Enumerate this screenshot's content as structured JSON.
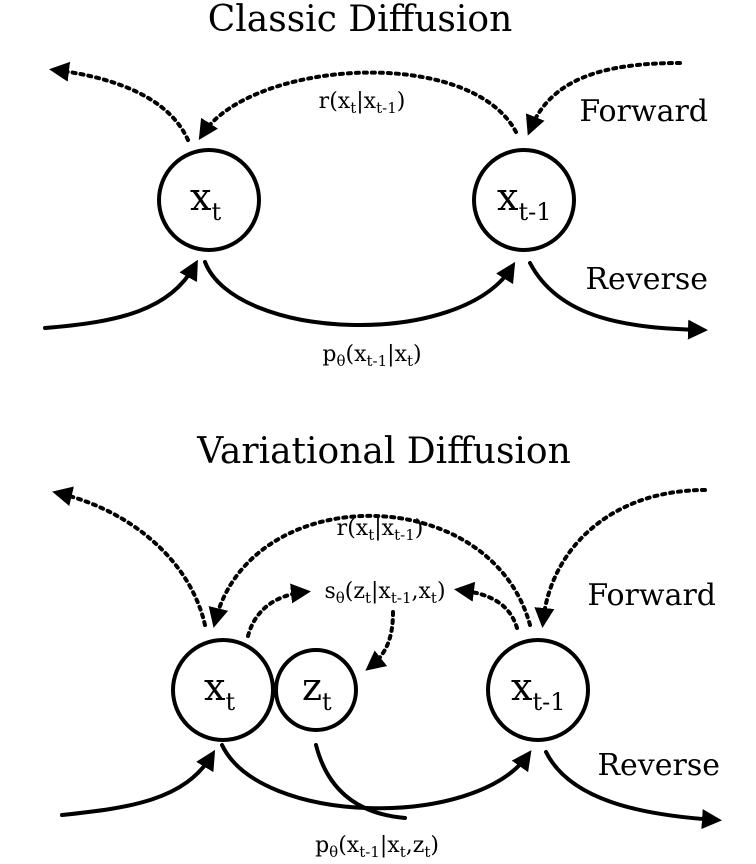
{
  "classic": {
    "title": "Classic Diffusion",
    "forward_label": "Forward",
    "reverse_label": "Reverse",
    "node_xt": {
      "base": "x",
      "sub": "t"
    },
    "node_xt1": {
      "base": "x",
      "sub": "t-1"
    },
    "forward_edge": {
      "fn": "r",
      "a": "x",
      "a_sub": "t",
      "b": "x",
      "b_sub": "t-1"
    },
    "reverse_edge": {
      "fn": "p",
      "fn_sub": "θ",
      "a": "x",
      "a_sub": "t-1",
      "b": "x",
      "b_sub": "t"
    }
  },
  "variational": {
    "title": "Variational Diffusion",
    "forward_label": "Forward",
    "reverse_label": "Reverse",
    "node_xt": {
      "base": "x",
      "sub": "t"
    },
    "node_zt": {
      "base": "z",
      "sub": "t"
    },
    "node_xt1": {
      "base": "x",
      "sub": "t-1"
    },
    "forward_edge": {
      "fn": "r",
      "a": "x",
      "a_sub": "t",
      "b": "x",
      "b_sub": "t-1"
    },
    "latent_edge": {
      "fn": "s",
      "fn_sub": "θ",
      "a": "z",
      "a_sub": "t",
      "b": "x",
      "b_sub": "t-1",
      "c": "x",
      "c_sub": "t"
    },
    "reverse_edge": {
      "fn": "p",
      "fn_sub": "θ",
      "a": "x",
      "a_sub": "t-1",
      "b": "x",
      "b_sub": "t",
      "c": "z",
      "c_sub": "t"
    }
  }
}
